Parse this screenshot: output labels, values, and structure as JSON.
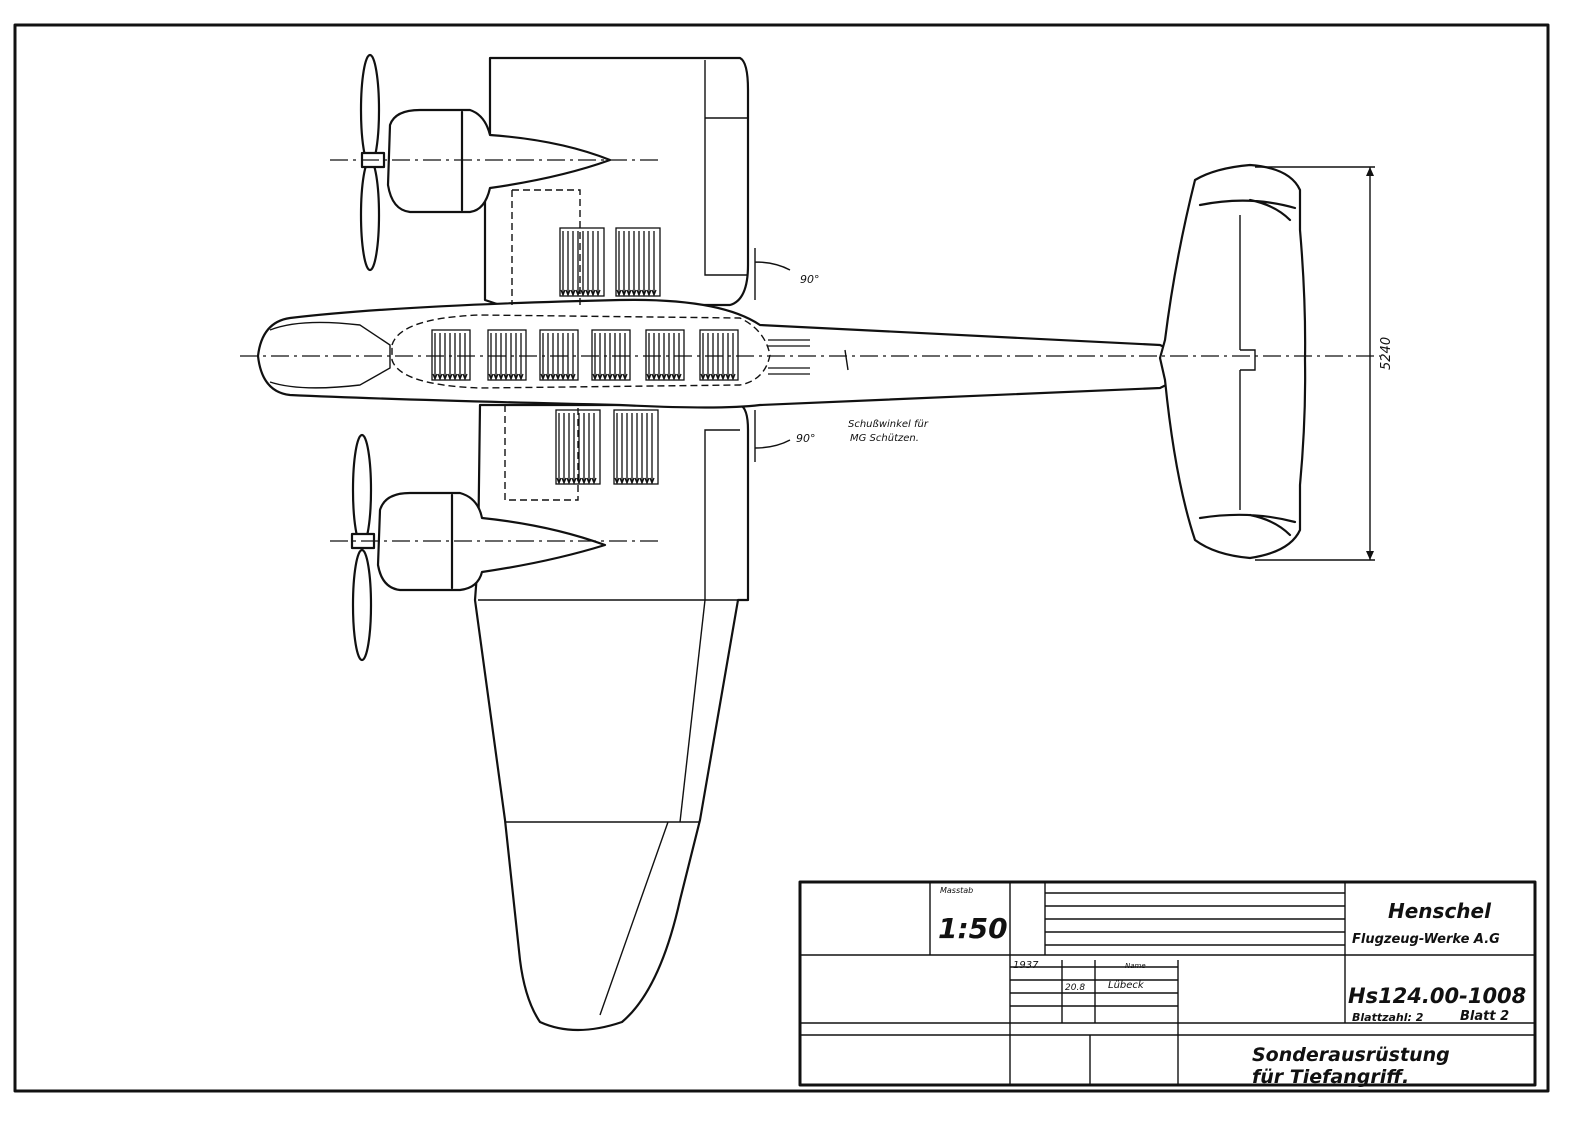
{
  "annotations": {
    "angle_upper": "90°",
    "angle_lower": "90°",
    "firing_arc_line1": "Schußwinkel für",
    "firing_arc_line2": "MG Schützen.",
    "span_dimension": "5240"
  },
  "title_block": {
    "scale_label": "Masstab",
    "scale_value": "1:50",
    "company_line1": "Henschel",
    "company_line2": "Flugzeug-Werke A.G",
    "year": "1937",
    "date": "20.8",
    "name_label": "Name",
    "name_signature": "Lübeck",
    "drawing_number": "Hs124.00-1008",
    "sheet_count": "Blattzahl: 2",
    "sheet": "Blatt 2",
    "title_line1": "Sonderausrüstung",
    "title_line2": "für Tiefangriff."
  }
}
